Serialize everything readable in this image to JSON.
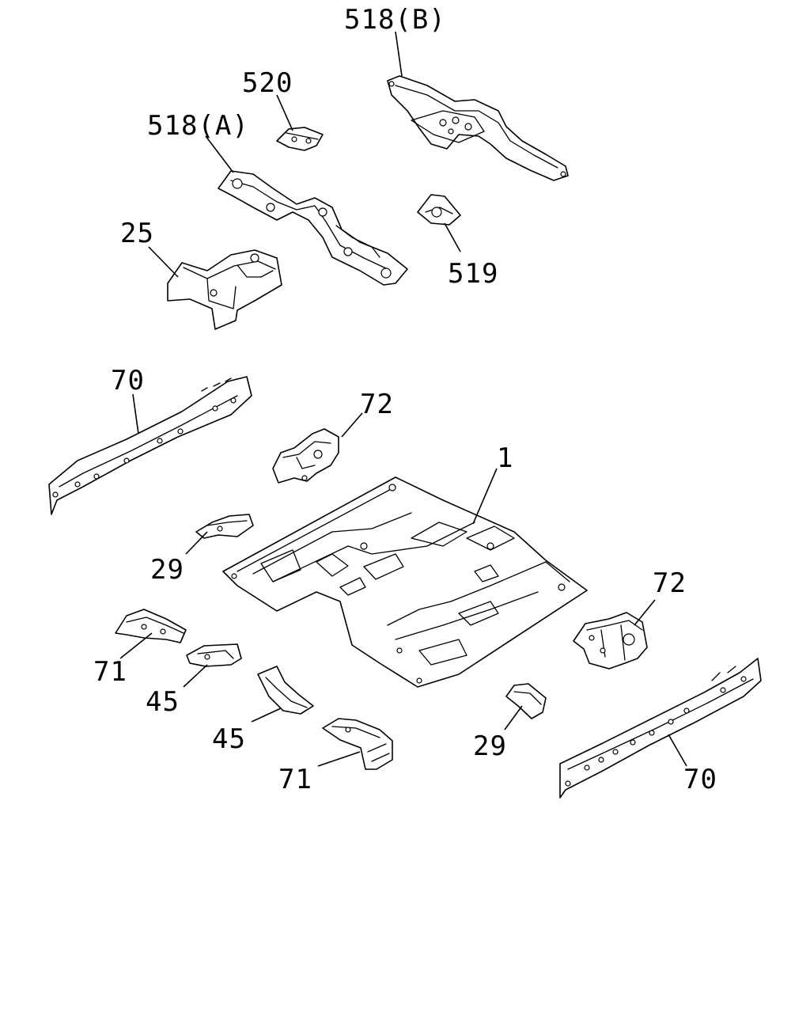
{
  "callouts": [
    {
      "id": "518b",
      "label": "518(B)"
    },
    {
      "id": "520",
      "label": "520"
    },
    {
      "id": "518a",
      "label": "518(A)"
    },
    {
      "id": "25",
      "label": "25"
    },
    {
      "id": "519",
      "label": "519"
    },
    {
      "id": "70-left",
      "label": "70"
    },
    {
      "id": "72-top",
      "label": "72"
    },
    {
      "id": "1",
      "label": "1"
    },
    {
      "id": "29-left",
      "label": "29"
    },
    {
      "id": "72-right",
      "label": "72"
    },
    {
      "id": "71-left",
      "label": "71"
    },
    {
      "id": "45-left",
      "label": "45"
    },
    {
      "id": "45-center",
      "label": "45"
    },
    {
      "id": "71-center",
      "label": "71"
    },
    {
      "id": "29-right",
      "label": "29"
    },
    {
      "id": "70-right",
      "label": "70"
    }
  ],
  "colors": {
    "line": "#000000",
    "background": "#ffffff"
  }
}
